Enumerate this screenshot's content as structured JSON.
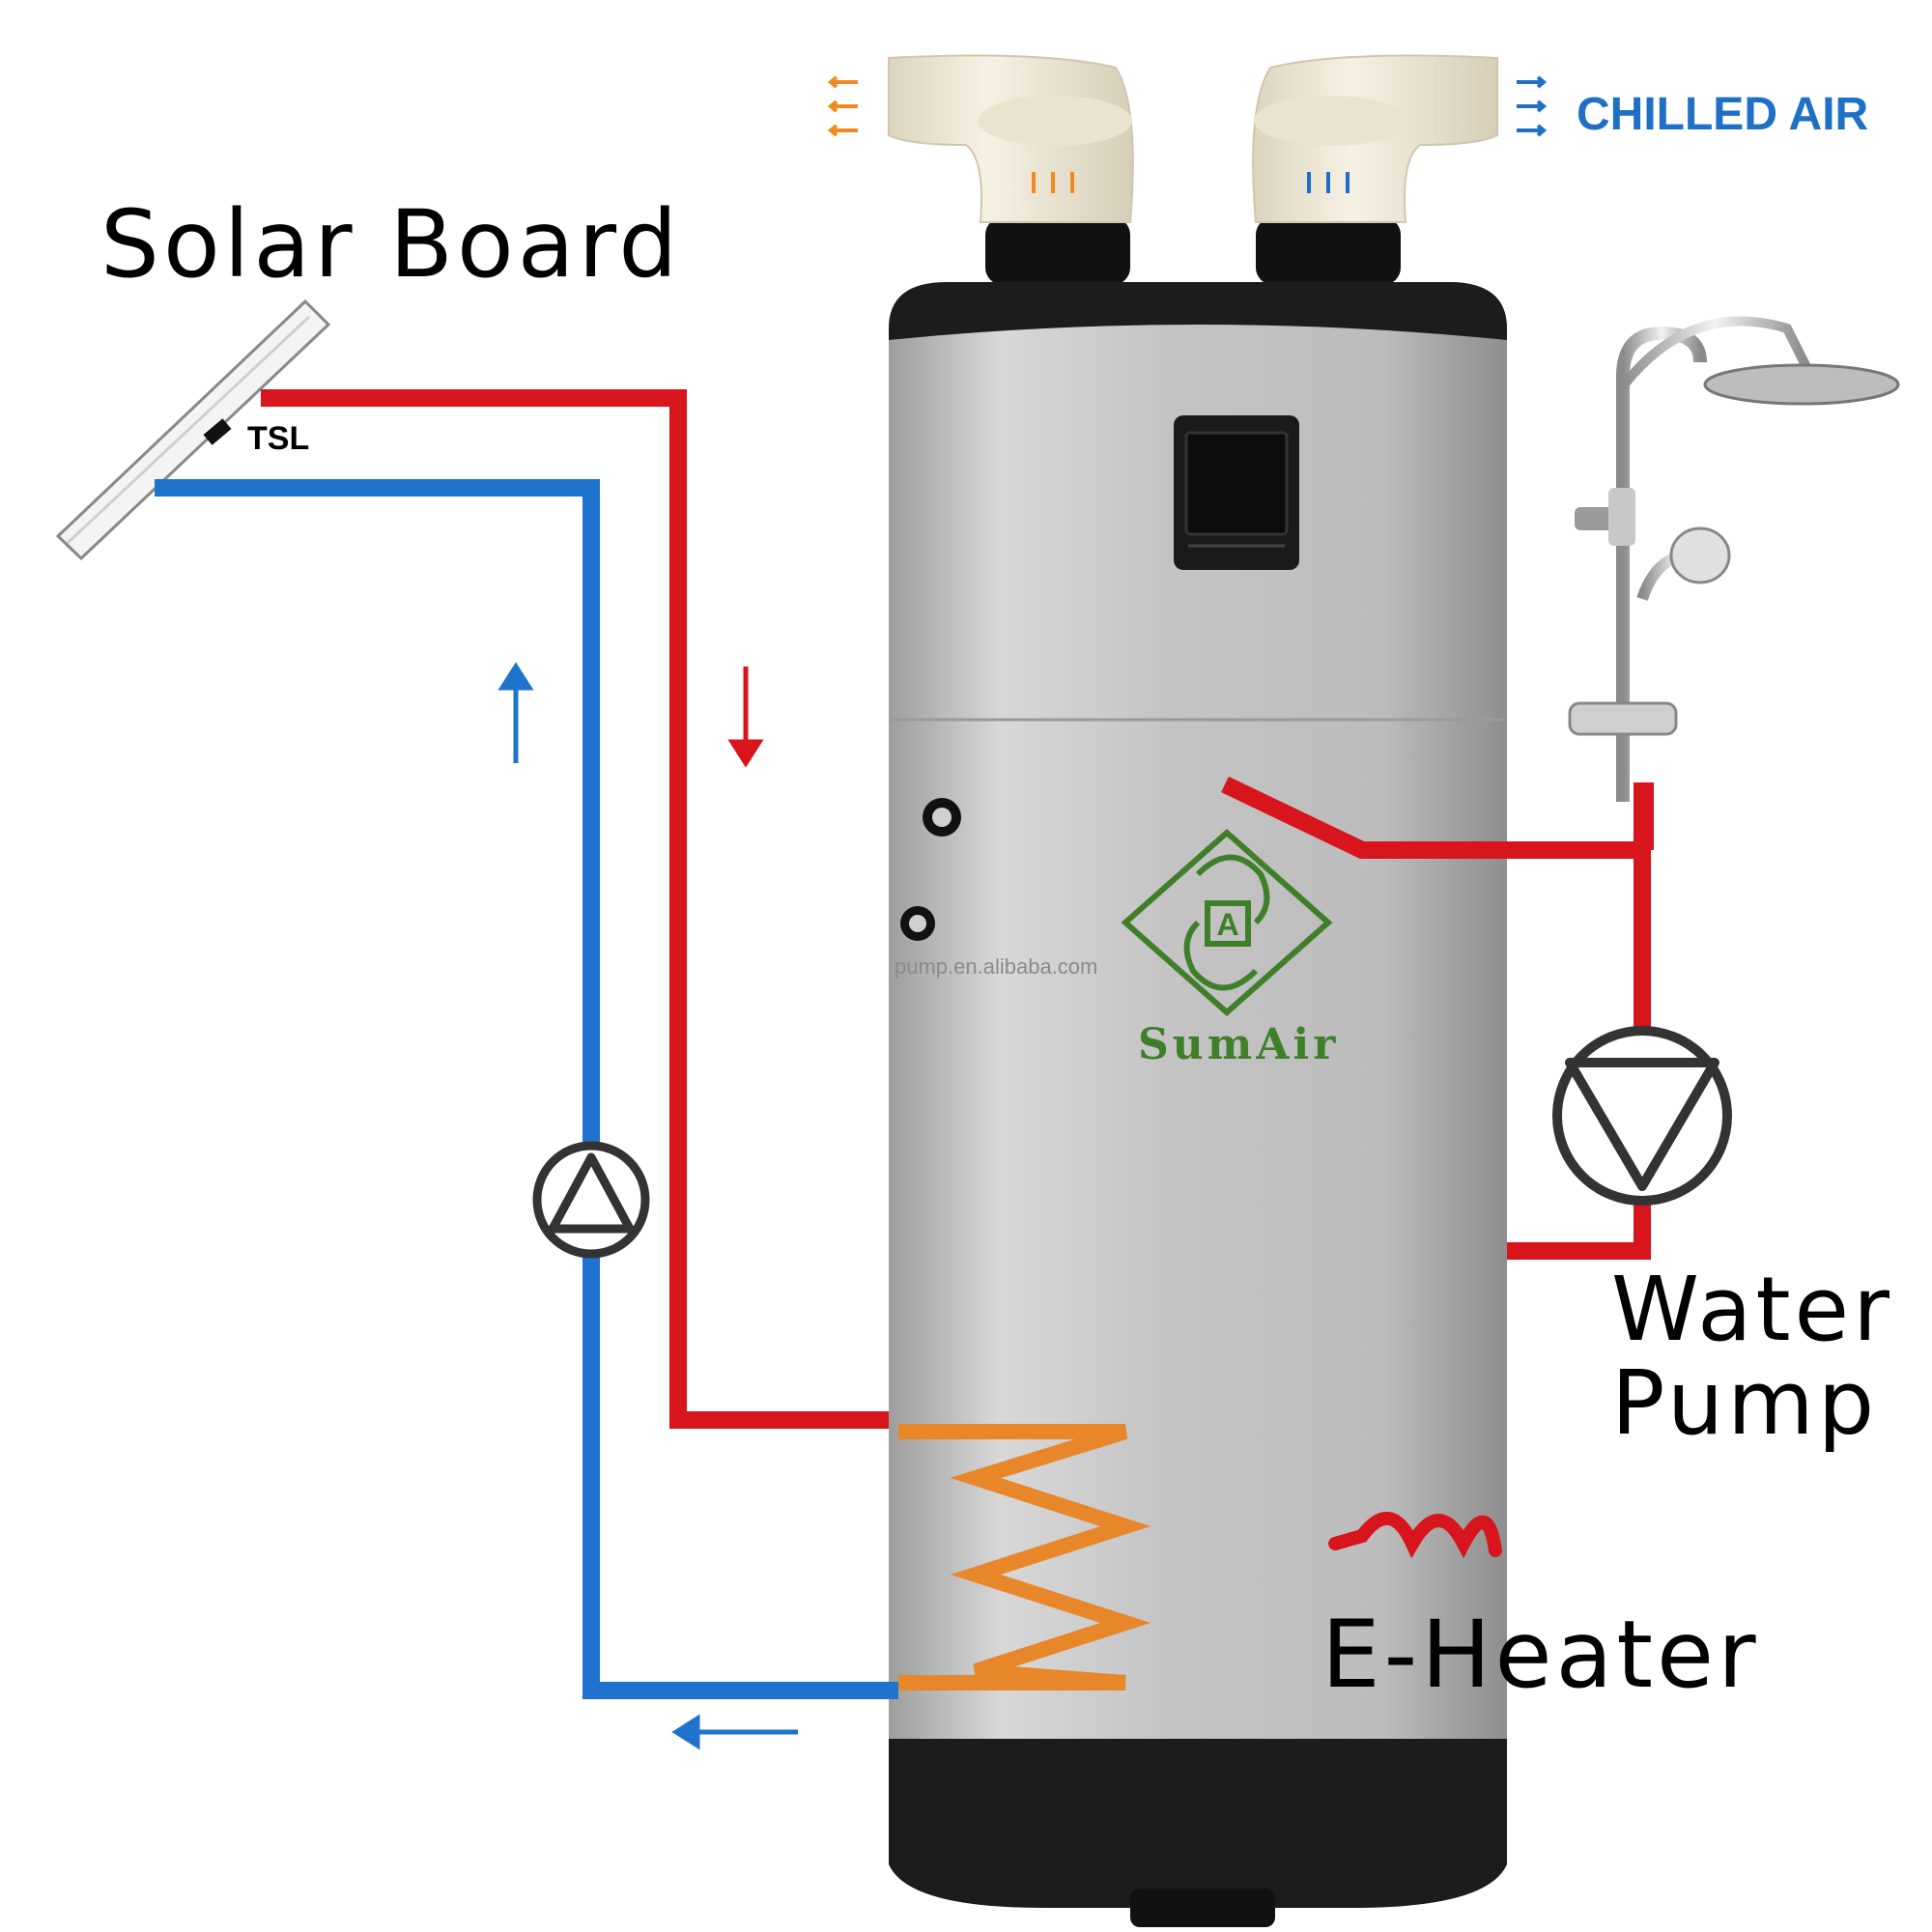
{
  "labels": {
    "solar_board": "Solar Board",
    "tsl": "TSL",
    "chilled_air": "CHILLED AIR",
    "water_pump_line1": "Water",
    "water_pump_line2": "Pump",
    "e_heater": "E-Heater",
    "brand": "SumAir",
    "watermark": "pump.en.alibaba.com"
  },
  "colors": {
    "hot_pipe": "#d8141c",
    "cold_pipe": "#1f73cc",
    "coil": "#e8862a",
    "tank_body": "#c6c6c6",
    "tank_trim": "#1a1a1a",
    "duct": "#f1ebd9",
    "brand_green": "#3f7f2a",
    "chilled_text": "#1e6fc6",
    "hot_air_arrows": "#f08a1c"
  },
  "icons": {
    "solar_circulation_pump": "pump-up-arrow-icon",
    "water_pump": "pump-down-arrow-icon",
    "e_heater": "heating-element-icon",
    "shower": "shower-icon"
  }
}
